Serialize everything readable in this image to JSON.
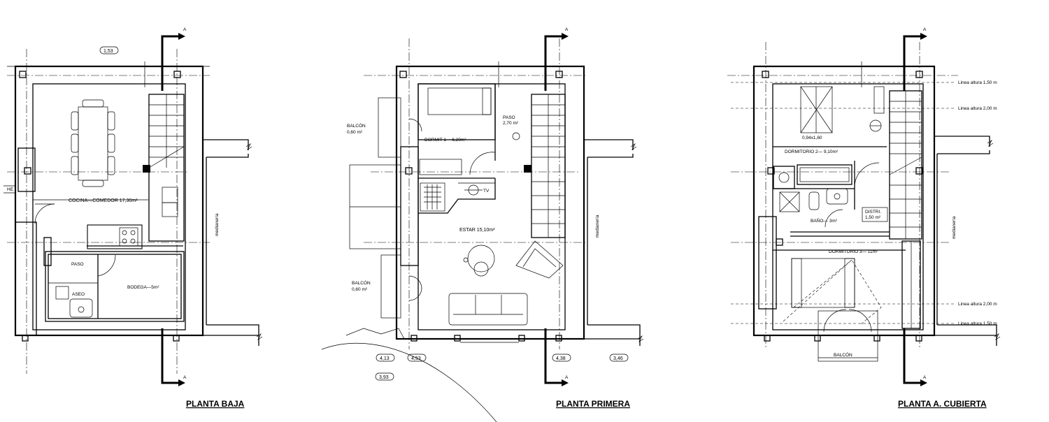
{
  "plans": {
    "ground": {
      "title": "PLANTA BAJA",
      "section_mark": "A",
      "rooms": {
        "kitchen": "COCINA—COMEDOR 17,30m²",
        "passage": "PASO",
        "toilet": "ASEO",
        "storage": "BODEGA—5m²",
        "partial": "HE"
      },
      "dimensions": {
        "top": "1,53"
      }
    },
    "first": {
      "title": "PLANTA PRIMERA",
      "section_mark": "A",
      "rooms": {
        "balcony_top": "BALCÓN",
        "balcony_top_area": "0,60 m²",
        "bedroom1": "DORMIT 1— 6,20m²",
        "passage": "PASO",
        "passage_area": "2,70 m²",
        "tv": "TV",
        "living": "ESTAR 15,10m²",
        "balcony_bottom": "BALCÓN",
        "balcony_bottom_area": "0,60 m²",
        "party_wall": "medianería"
      },
      "dimensions": {
        "d1": "4,13",
        "d2": "4,53",
        "d3": "4,38",
        "d4": "3,46",
        "d5": "3,93"
      }
    },
    "attic": {
      "title": "PLANTA A. CUBIERTA",
      "section_mark": "A",
      "rooms": {
        "skylight": "0,94x1,60",
        "bedroom2": "DORMITORIO 2— 9,10m²",
        "distribution": "DISTRI.",
        "distribution_area": "1,50 m²",
        "bath": "BAÑO— 3m²",
        "bedroom3": "DORMITORIO 3— 11m²",
        "balcony": "BALCÓN",
        "party_wall": "medianería"
      },
      "height_lines": {
        "l1": "Linea altura 1,50 m",
        "l2": "Linea altura 2,00 m",
        "l3": "Linea altura 2,00 m",
        "l4": "Linea altura 1,50 m"
      }
    },
    "ground_party_wall": "medianería"
  }
}
